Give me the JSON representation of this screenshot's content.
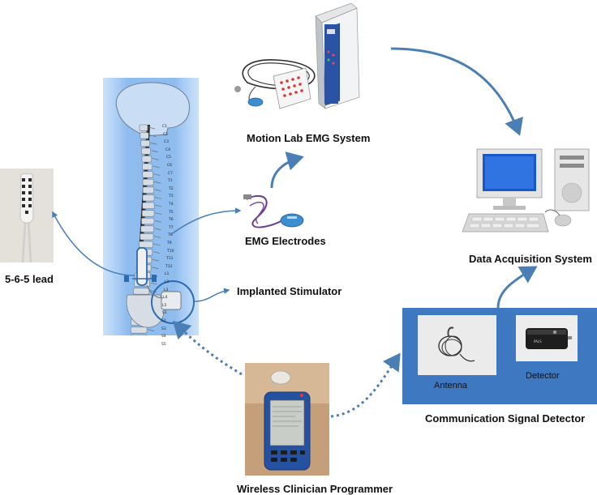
{
  "labels": {
    "motion_lab": "Motion Lab EMG System",
    "data_acquisition": "Data Acquisition System",
    "emg_electrodes": "EMG Electrodes",
    "lead": "5-6-5 lead",
    "implanted_stimulator": "Implanted Stimulator",
    "wireless_programmer": "Wireless Clinician Programmer",
    "comm_detector": "Communication Signal Detector",
    "antenna": "Antenna",
    "detector": "Detector"
  },
  "vertebrae": [
    "C1",
    "C2",
    "C3",
    "C4",
    "C5",
    "C6",
    "C7",
    "T1",
    "T2",
    "T3",
    "T4",
    "T5",
    "T6",
    "T7",
    "T8",
    "T9",
    "T10",
    "T11",
    "T12",
    "L1",
    "L2",
    "L3",
    "L4",
    "L5",
    "S1",
    "S2",
    "S3",
    "S4",
    "S5"
  ],
  "colors": {
    "arrow": "#4a7fb5",
    "panel": "#3d78c0",
    "spine_bg": "#9cc3f2"
  }
}
